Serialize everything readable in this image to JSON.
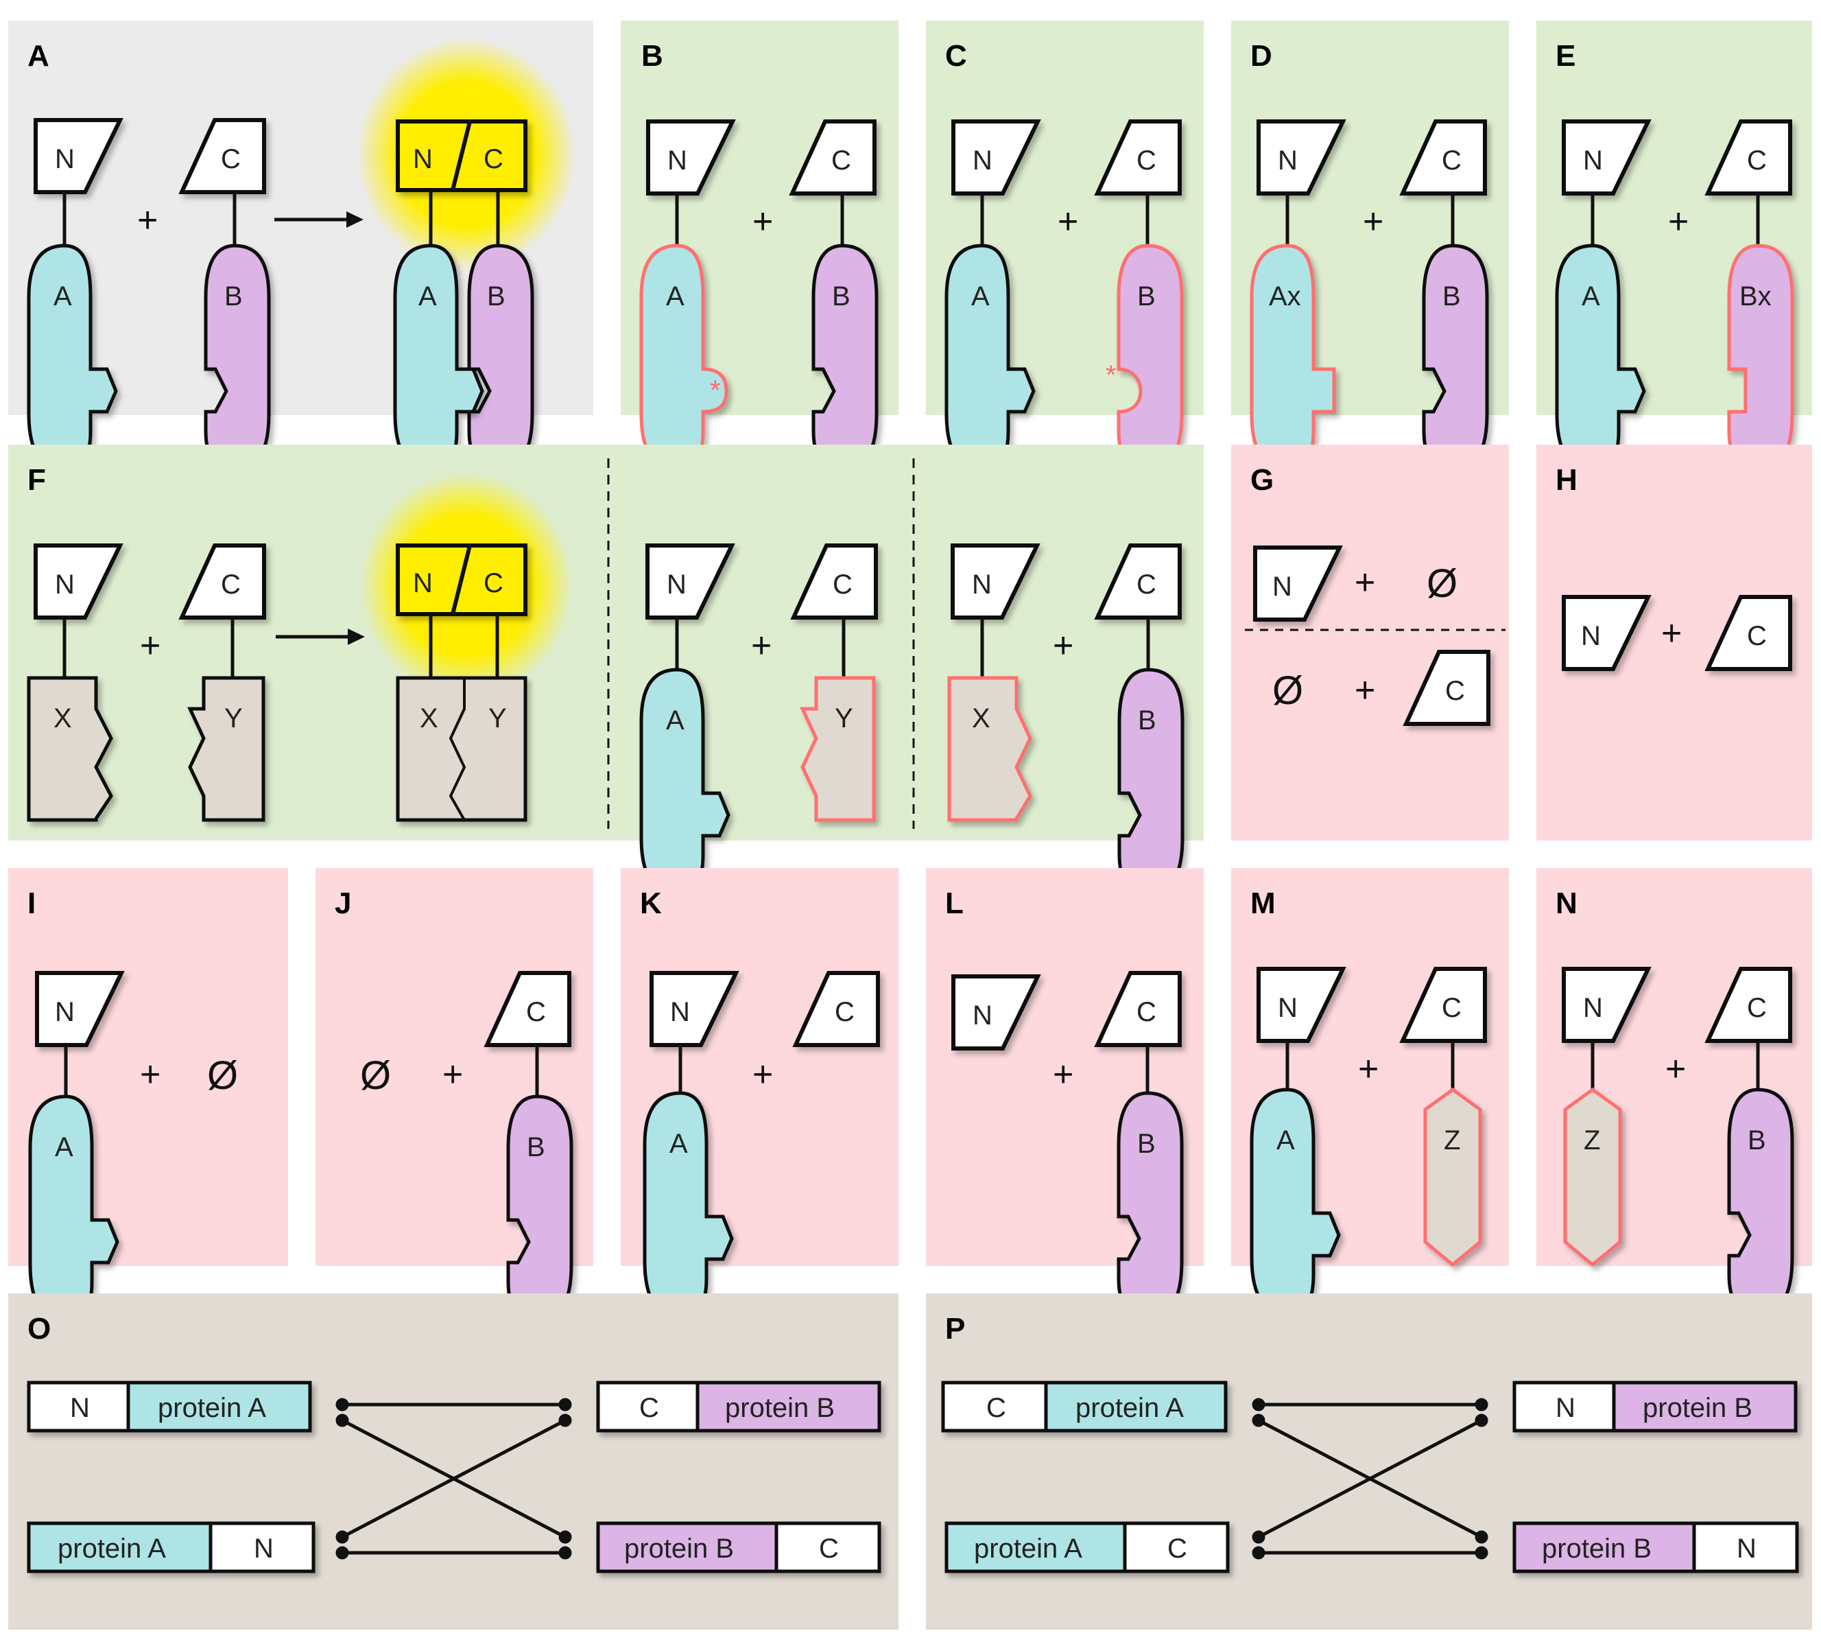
{
  "colors": {
    "panel_control": "#ebebeb",
    "panel_positive": "#deedd0",
    "panel_negative": "#fdd9de",
    "panel_design": "#e1dbd3",
    "protein_a": "#aee4e6",
    "protein_b": "#ddb4e6",
    "unrelated": "#e0d9d0",
    "glow": "#ffee00",
    "mutant_outline": "#ff7070",
    "tag_fill": "#ffffff"
  },
  "symbols": {
    "plus": "+",
    "null": "Ø",
    "mutation": "*"
  },
  "tags": {
    "n": "N",
    "c": "C",
    "nc_n": "N",
    "nc_c": "C"
  },
  "domains": {
    "a": "A",
    "b": "B",
    "ax": "Ax",
    "bx": "Bx",
    "x": "X",
    "y": "Y",
    "z": "Z"
  },
  "panels": {
    "A": {
      "label": "A",
      "caption": "N-A + C-B → reconstituted N/C (fluorescent)"
    },
    "B": {
      "label": "B",
      "caption": "mutant A* + B"
    },
    "C": {
      "label": "C",
      "caption": "A + mutant B*"
    },
    "D": {
      "label": "D",
      "caption": "Ax + B"
    },
    "E": {
      "label": "E",
      "caption": "A + Bx"
    },
    "F": {
      "label": "F",
      "caption": "X + Y positive control; A + Y; X + B"
    },
    "G": {
      "label": "G",
      "caption": "N + Ø ; Ø + C"
    },
    "H": {
      "label": "H",
      "caption": "N + C"
    },
    "I": {
      "label": "I",
      "caption": "N-A + Ø"
    },
    "J": {
      "label": "J",
      "caption": "Ø + C-B"
    },
    "K": {
      "label": "K",
      "caption": "N-A + C"
    },
    "L": {
      "label": "L",
      "caption": "N + C-B"
    },
    "M": {
      "label": "M",
      "caption": "N-A + C-Z"
    },
    "N": {
      "label": "N",
      "caption": "N-Z + C-B"
    },
    "O": {
      "label": "O",
      "caption": "N/C orientation combinations"
    },
    "P": {
      "label": "P",
      "caption": "swapped N/C orientation combinations"
    }
  },
  "fusions": {
    "O": {
      "top_left": {
        "tag": "N",
        "protein": "protein A"
      },
      "bottom_left": {
        "protein": "protein A",
        "tag": "N"
      },
      "top_right": {
        "tag": "C",
        "protein": "protein B"
      },
      "bottom_right": {
        "protein": "protein B",
        "tag": "C"
      }
    },
    "P": {
      "top_left": {
        "tag": "C",
        "protein": "protein A"
      },
      "bottom_left": {
        "protein": "protein A",
        "tag": "C"
      },
      "top_right": {
        "tag": "N",
        "protein": "protein B"
      },
      "bottom_right": {
        "protein": "protein B",
        "tag": "N"
      }
    }
  }
}
